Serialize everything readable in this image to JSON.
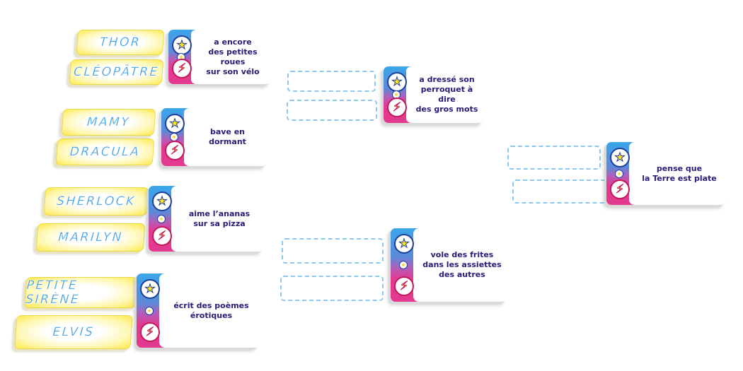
{
  "names": [
    "THOR",
    "CLÉOPÂTRE",
    "MAMY",
    "DRACULA",
    "SHERLOCK",
    "MARILYN",
    "PETITE SIRÈNE",
    "ELVIS"
  ],
  "traits": [
    "a encore\ndes petites roues\nsur son vélo",
    "bave en dormant",
    "aime l’ananas\nsur sa pizza",
    "écrit des poèmes\nérotiques",
    "a dressé son\nperroquet à dire\ndes gros mots",
    "vole des frites\ndans les assiettes\ndes autres",
    "pense que\nla Terre est plate"
  ],
  "icons": {
    "top": "star-icon",
    "middle": "mini-icon",
    "bottom": "lightning-bolt-icon"
  },
  "colors": {
    "name_text": "#3f9fe4",
    "tile_glow": "#ffe94a",
    "card_blue": "#3aa6ea",
    "card_pink": "#e23a8e",
    "trait_text": "#2b1a75",
    "slot_border": "#8cc8ee"
  }
}
